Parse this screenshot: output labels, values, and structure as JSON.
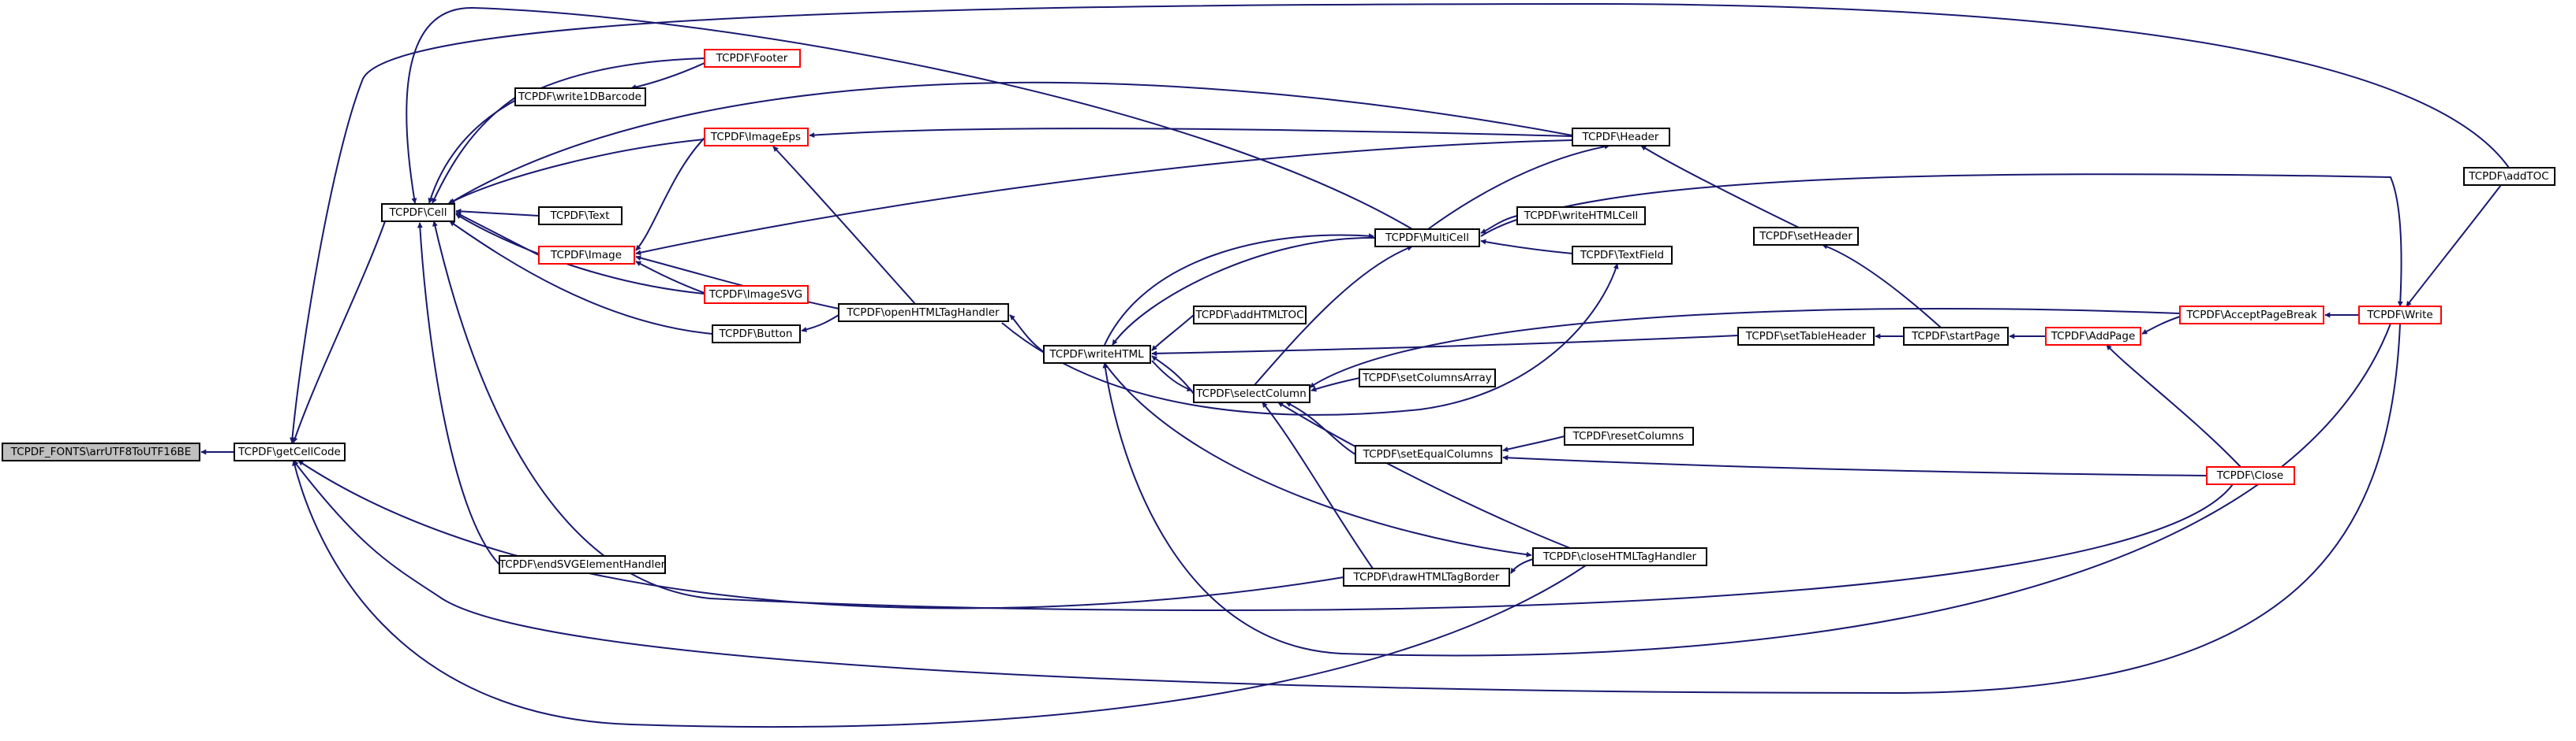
{
  "theme": {
    "edge_color": "#191970",
    "node_fill": "#ffffff",
    "node_border": "#000000",
    "truncated_border": "#ff0000",
    "root_fill": "#bfbfbf",
    "text_color": "#000000"
  },
  "nodes": {
    "root": "TCPDF_FONTS\\arrUTF8ToUTF16BE",
    "getCellCode": "TCPDF\\getCellCode",
    "cell": "TCPDF\\Cell",
    "write1DBarcode": "TCPDF\\write1DBarcode",
    "footer": "TCPDF\\Footer",
    "imageEps": "TCPDF\\ImageEps",
    "text": "TCPDF\\Text",
    "image": "TCPDF\\Image",
    "imageSVG": "TCPDF\\ImageSVG",
    "button": "TCPDF\\Button",
    "openHTML": "TCPDF\\openHTMLTagHandler",
    "endSVG": "TCPDF\\endSVGElementHandler",
    "writeHTML": "TCPDF\\writeHTML",
    "addHTMLTOC": "TCPDF\\addHTMLTOC",
    "selectColumn": "TCPDF\\selectColumn",
    "multiCell": "TCPDF\\MultiCell",
    "header": "TCPDF\\Header",
    "writeHTMLCell": "TCPDF\\writeHTMLCell",
    "textField": "TCPDF\\TextField",
    "setColumnsArray": "TCPDF\\setColumnsArray",
    "setEqualColumns": "TCPDF\\setEqualColumns",
    "resetColumns": "TCPDF\\resetColumns",
    "drawBorder": "TCPDF\\drawHTMLTagBorder",
    "closeHTML": "TCPDF\\closeHTMLTagHandler",
    "setHeader": "TCPDF\\setHeader",
    "setTableHeader": "TCPDF\\setTableHeader",
    "startPage": "TCPDF\\startPage",
    "addPage": "TCPDF\\AddPage",
    "acceptPageBreak": "TCPDF\\AcceptPageBreak",
    "close": "TCPDF\\Close",
    "write": "TCPDF\\Write",
    "addTOC": "TCPDF\\addTOC"
  }
}
